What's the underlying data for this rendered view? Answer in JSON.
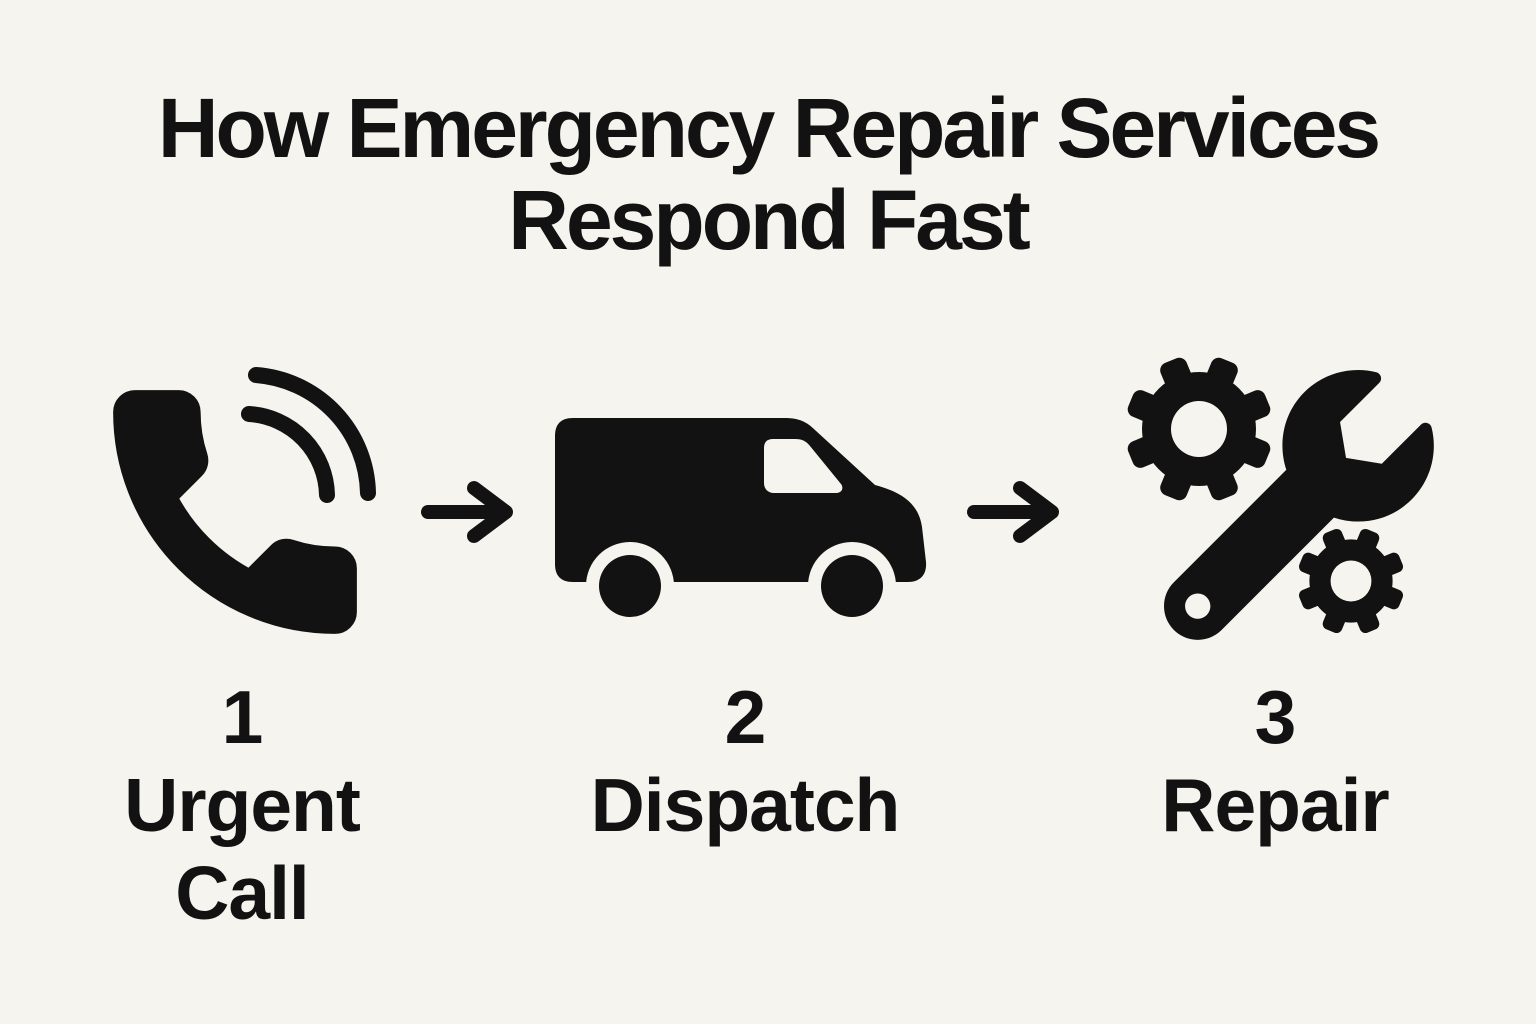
{
  "background_color": "#f6f4ee",
  "ink_color": "#121212",
  "title": {
    "line1": "How Emergency Repair Services",
    "line2": "Respond Fast"
  },
  "steps": [
    {
      "number": "1",
      "label": "Urgent Call",
      "icon": "phone-call-icon"
    },
    {
      "number": "2",
      "label": "Dispatch",
      "icon": "service-van-icon"
    },
    {
      "number": "3",
      "label": "Repair",
      "icon": "wrench-gears-icon"
    }
  ],
  "arrows": [
    {
      "icon": "right-arrow-icon"
    },
    {
      "icon": "right-arrow-icon"
    }
  ]
}
